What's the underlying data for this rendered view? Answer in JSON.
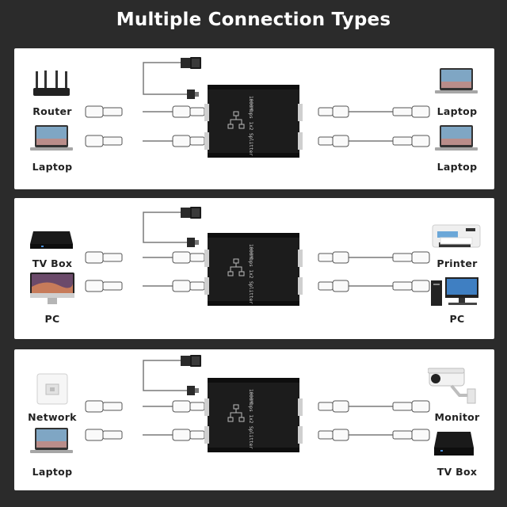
{
  "title": "Multiple Connection Types",
  "panels": [
    {
      "splitter_label": "1000Mbps 1x2 Splitter",
      "left": [
        {
          "label": "Router",
          "icon": "router-icon"
        },
        {
          "label": "Laptop",
          "icon": "laptop-icon"
        }
      ],
      "right": [
        {
          "label": "Laptop",
          "icon": "laptop-icon"
        },
        {
          "label": "Laptop",
          "icon": "laptop-icon"
        }
      ]
    },
    {
      "splitter_label": "1000Mbps 1x2 Splitter",
      "left": [
        {
          "label": "TV Box",
          "icon": "tv-box-icon"
        },
        {
          "label": "PC",
          "icon": "imac-icon"
        }
      ],
      "right": [
        {
          "label": "Printer",
          "icon": "printer-icon"
        },
        {
          "label": "PC",
          "icon": "desktop-pc-icon"
        }
      ]
    },
    {
      "splitter_label": "1000Mbps 1x2 Splitter",
      "left": [
        {
          "label": "Network",
          "icon": "wall-socket-icon"
        },
        {
          "label": "Laptop",
          "icon": "laptop-icon"
        }
      ],
      "right": [
        {
          "label": "Monitor",
          "icon": "security-camera-icon"
        },
        {
          "label": "TV Box",
          "icon": "tv-box-icon"
        }
      ]
    }
  ],
  "colors": {
    "background": "#2b2b2b",
    "panel": "#ffffff",
    "splitter_body": "#1c1c1c",
    "cable": "#7a7a7a"
  }
}
